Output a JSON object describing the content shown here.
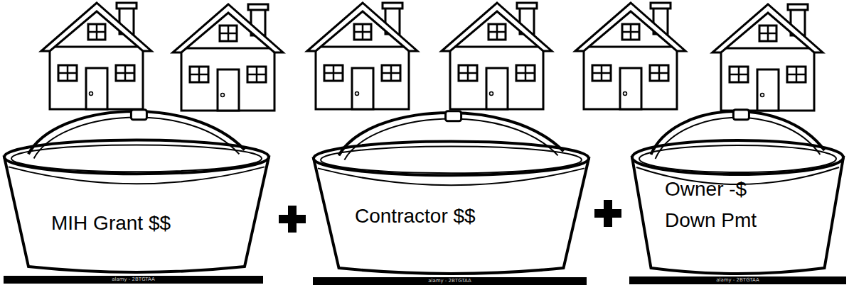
{
  "diagram": {
    "nodes": [
      {
        "text": [
          "MIH Grant $$"
        ]
      },
      {
        "text": [
          "Contractor $$"
        ]
      },
      {
        "text": [
          "Owner -$ Down Pmt"
        ]
      }
    ],
    "labels": [
      "alamy - 2BTGTAA",
      "alamy - 2BTGTAA",
      "alamy - 2BTGTAA"
    ]
  }
}
